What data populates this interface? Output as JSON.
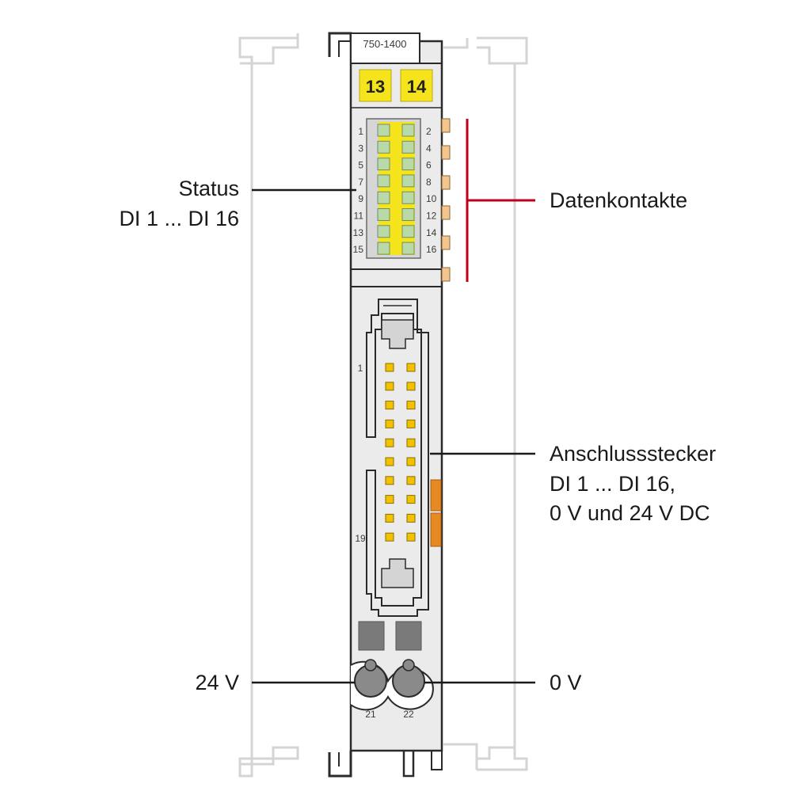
{
  "module": {
    "model": "750-1400",
    "channel_markers": [
      "13",
      "14"
    ],
    "marker_color": "#f5e41c",
    "body_color": "#ebebeb",
    "led_color": "#b9d9a8",
    "led_rail_color": "#f5e41c",
    "contact_color": "#f4c58d",
    "pin_color": "#f2c200",
    "accent_red": "#c0001a",
    "accent_orange": "#e88a23"
  },
  "led_labels_left": [
    "1",
    "3",
    "5",
    "7",
    "9",
    "11",
    "13",
    "15"
  ],
  "led_labels_right": [
    "2",
    "4",
    "6",
    "8",
    "10",
    "12",
    "14",
    "16"
  ],
  "connector": {
    "pin_label_top": "1",
    "pin_label_bottom": "19",
    "terminal_labels": [
      "21",
      "22"
    ]
  },
  "callouts": {
    "status_line1": "Status",
    "status_line2": "DI 1 ... DI 16",
    "datenkontakte": "Datenkontakte",
    "anschluss_line1": "Anschlussstecker",
    "anschluss_line2": "DI 1 ... DI 16,",
    "anschluss_line3": "0 V und 24 V DC",
    "v24": "24 V",
    "v0": "0 V"
  }
}
